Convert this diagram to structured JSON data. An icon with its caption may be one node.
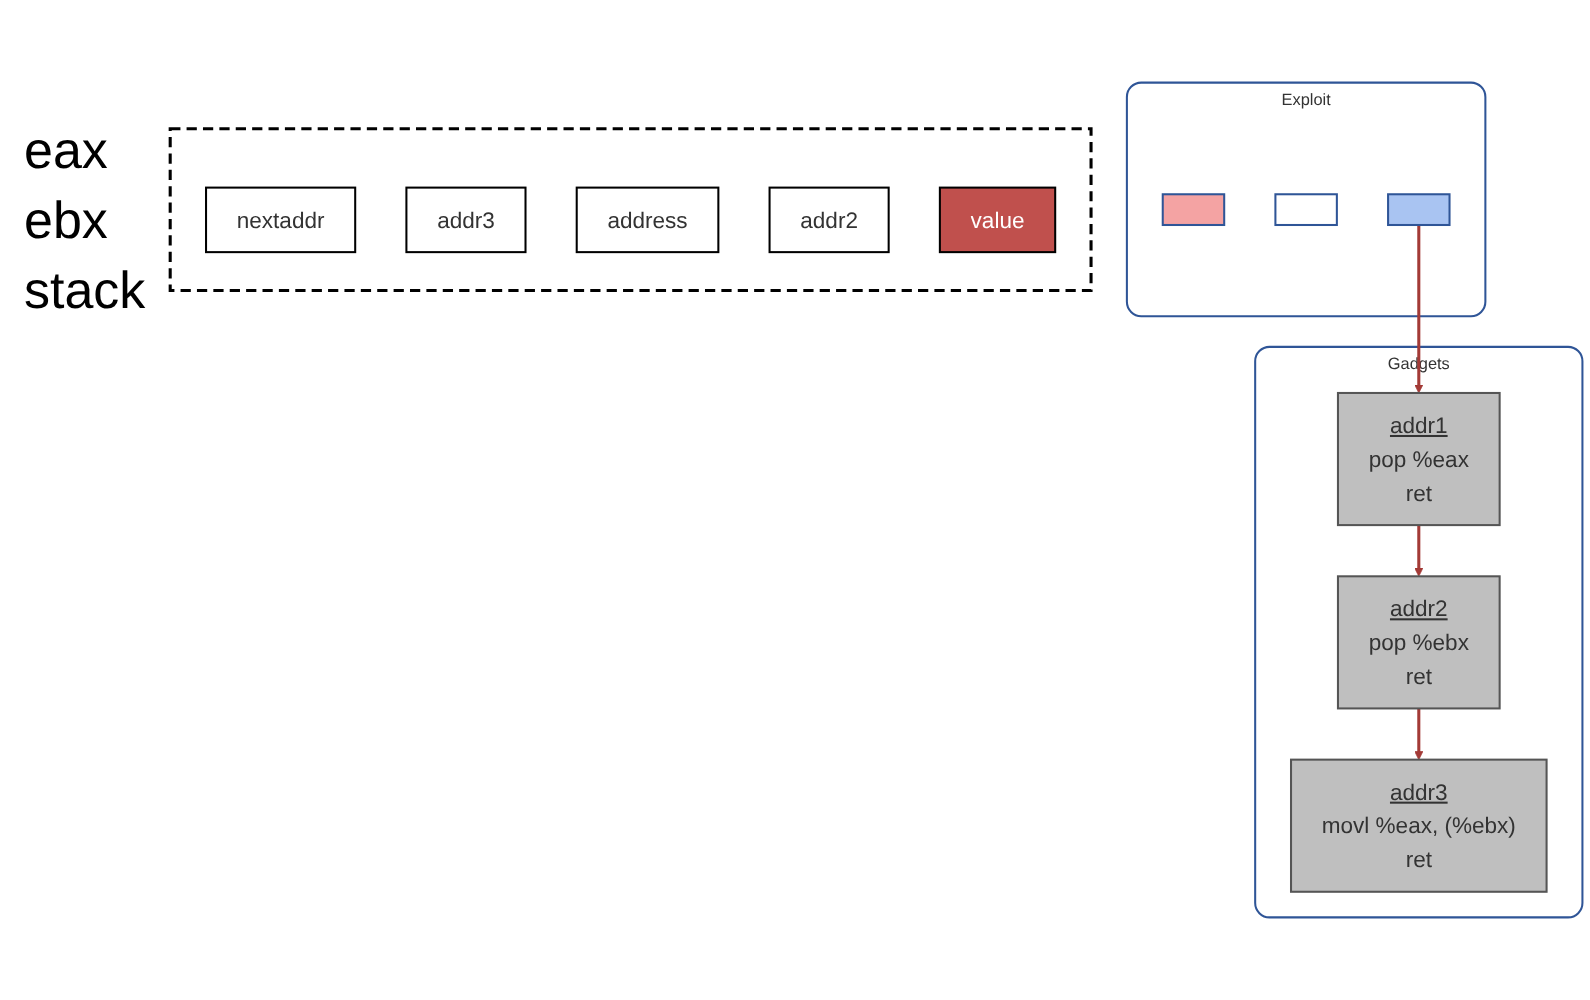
{
  "diagram": {
    "nodes": [
      {
        "text": [
          "Exploit"
        ]
      },
      {
        "text": [],
        "shape": "box",
        "in": 0
      },
      {
        "text": [],
        "shape": "box",
        "in": 0
      },
      {
        "text": [],
        "shape": "box",
        "in": 0
      },
      {
        "text": [],
        "shape": "box"
      },
      {
        "text": [
          "nextaddr"
        ],
        "in": 4
      },
      {
        "text": [
          "addr3"
        ],
        "in": 4
      },
      {
        "text": [
          "address"
        ],
        "in": 4
      },
      {
        "text": [
          "addr2"
        ],
        "in": 4
      },
      {
        "text": [
          "value"
        ],
        "in": 4
      },
      {
        "text": [
          "Gadgets"
        ]
      },
      {
        "text": [
          "addr1",
          "pop %eax",
          "ret"
        ],
        "in": 10
      },
      {
        "text": [
          "addr2",
          "pop %ebx",
          "ret"
        ],
        "in": 10
      },
      {
        "text": [
          "addr3",
          "movl %eax, (%ebx)",
          "ret"
        ],
        "in": 10
      }
    ],
    "edges": [
      {
        "from": 3,
        "to": 11,
        "arrow": "to"
      },
      {
        "from": 11,
        "to": 12,
        "arrow": "to"
      },
      {
        "from": 12,
        "to": 13,
        "arrow": "to"
      }
    ],
    "labels": [
      "eax",
      "ebx",
      "stack"
    ]
  }
}
